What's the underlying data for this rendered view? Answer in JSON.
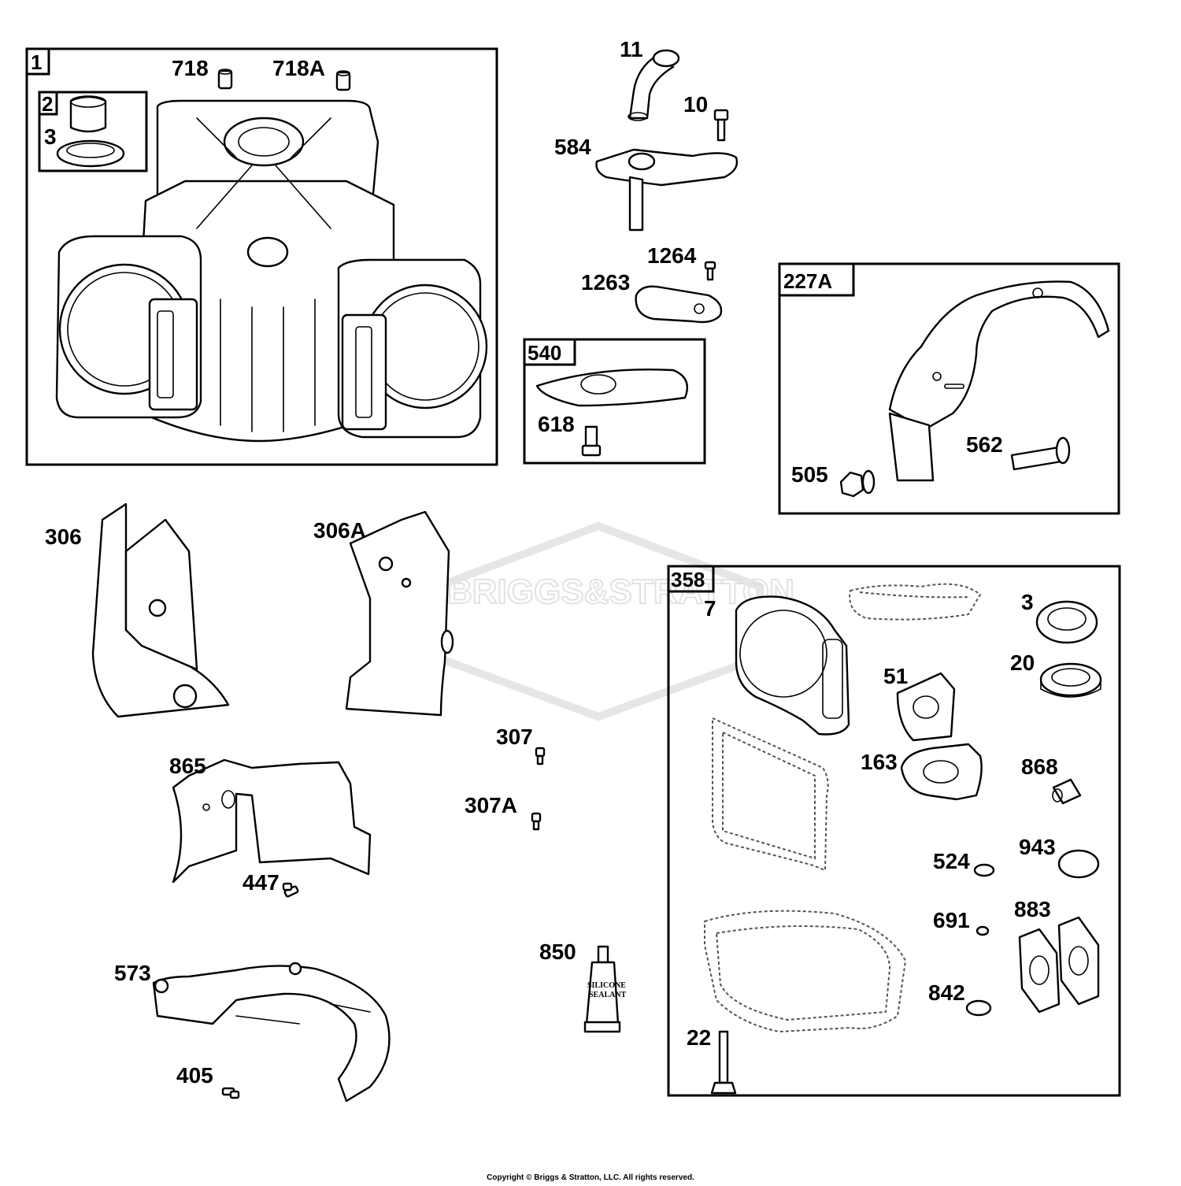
{
  "watermark": {
    "brand_text": "BRIGGS&STRATTON"
  },
  "boxes": {
    "b1": "1",
    "b2": "2",
    "b227A": "227A",
    "b540": "540",
    "b358": "358"
  },
  "labels": {
    "p718": "718",
    "p718A": "718A",
    "p3_left": "3",
    "p11": "11",
    "p10": "10",
    "p584": "584",
    "p1264": "1264",
    "p1263": "1263",
    "p618": "618",
    "p562": "562",
    "p505": "505",
    "p306": "306",
    "p306A": "306A",
    "p7": "7",
    "p3_right": "3",
    "p20": "20",
    "p51": "51",
    "p163": "163",
    "p868": "868",
    "p524": "524",
    "p943": "943",
    "p691": "691",
    "p883": "883",
    "p842": "842",
    "p22": "22",
    "p307": "307",
    "p307A": "307A",
    "p865": "865",
    "p447": "447",
    "p850": "850",
    "p573": "573",
    "p405": "405"
  },
  "tube_text": {
    "line1": "SILICONE",
    "line2": "SEALANT"
  },
  "copyright": "Copyright © Briggs & Stratton, LLC. All rights reserved."
}
